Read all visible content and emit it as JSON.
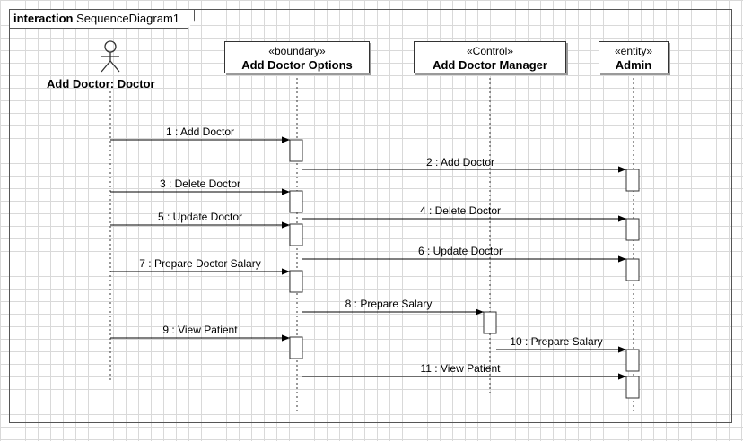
{
  "frame": {
    "keyword": "interaction",
    "name": "SequenceDiagram1"
  },
  "lifelines": [
    {
      "id": "actor",
      "kind": "actor",
      "stereotype": "",
      "name": "Add Doctor: Doctor"
    },
    {
      "id": "options",
      "kind": "boundary",
      "stereotype": "«boundary»",
      "name": "Add Doctor Options"
    },
    {
      "id": "manager",
      "kind": "control",
      "stereotype": "«Control»",
      "name": "Add Doctor Manager"
    },
    {
      "id": "admin",
      "kind": "entity",
      "stereotype": "«entity»",
      "name": "Admin"
    }
  ],
  "messages": [
    {
      "label": "1 : Add Doctor",
      "from": "actor",
      "to": "options"
    },
    {
      "label": "2 : Add Doctor",
      "from": "options",
      "to": "admin"
    },
    {
      "label": "3 : Delete Doctor",
      "from": "actor",
      "to": "options"
    },
    {
      "label": "4 : Delete Doctor",
      "from": "options",
      "to": "admin"
    },
    {
      "label": "5 : Update Doctor",
      "from": "actor",
      "to": "options"
    },
    {
      "label": "6 : Update Doctor",
      "from": "options",
      "to": "admin"
    },
    {
      "label": "7 : Prepare Doctor Salary",
      "from": "actor",
      "to": "options"
    },
    {
      "label": "8 : Prepare Salary",
      "from": "options",
      "to": "manager"
    },
    {
      "label": "9 : View Patient",
      "from": "actor",
      "to": "options"
    },
    {
      "label": "10 : Prepare Salary",
      "from": "manager",
      "to": "admin"
    },
    {
      "label": "11 : View Patient",
      "from": "options",
      "to": "admin"
    }
  ]
}
